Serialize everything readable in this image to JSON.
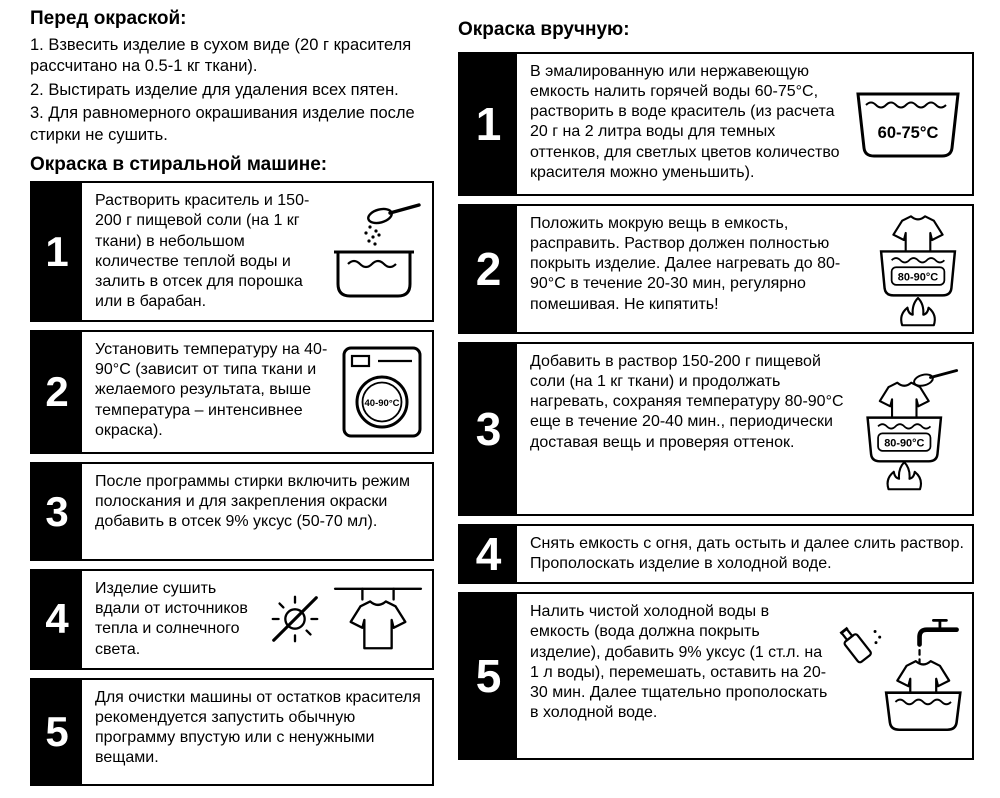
{
  "before": {
    "title": "Перед окраской:",
    "items": [
      "1. Взвесить изделие в сухом виде (20 г красителя рассчитано на 0.5-1 кг ткани).",
      "2. Выстирать изделие для удаления всех пятен.",
      "3. Для равномерного окрашивания изделие после стирки не сушить."
    ]
  },
  "machine": {
    "title": "Окраска в стиральной машине:",
    "steps": [
      {
        "num": "1",
        "text": "Растворить краситель и 150-200 г пищевой соли (на 1 кг ткани) в небольшом количестве теплой воды и залить в отсек для порошка или в барабан."
      },
      {
        "num": "2",
        "text": "Установить температуру на 40-90°C (зависит от типа ткани и желаемого результата, выше температура – интенсивнее окраска).",
        "icon_label": "40-90°C"
      },
      {
        "num": "3",
        "text": "После программы стирки включить режим полоскания и для закрепления окраски добавить в отсек 9% уксус (50-70 мл)."
      },
      {
        "num": "4",
        "text": "Изделие сушить вдали от источников тепла и солнечного света."
      },
      {
        "num": "5",
        "text": "Для очистки машины от остатков красителя рекомендуется запустить обычную программу впустую или с ненужными вещами."
      }
    ]
  },
  "hand": {
    "title": "Окраска вручную:",
    "steps": [
      {
        "num": "1",
        "text": "В эмалированную или нержавеющую емкость налить горячей воды 60-75°C, растворить в воде краситель (из расчета 20 г на 2 литра воды для темных оттенков, для светлых цветов количество красителя можно уменьшить).",
        "icon_label": "60-75°C"
      },
      {
        "num": "2",
        "text": "Положить мокрую вещь в емкость, расправить. Раствор должен полностью покрыть изделие. Далее нагревать до 80-90°C в течение 20-30 мин, регулярно помешивая. Не кипятить!",
        "icon_label": "80-90°C"
      },
      {
        "num": "3",
        "text": "Добавить в раствор 150-200 г пищевой соли (на 1 кг ткани) и продолжать нагревать, сохраняя температуру 80-90°C еще в течение 20-40 мин., периодически доставая вещь и проверяя оттенок.",
        "icon_label": "80-90°C"
      },
      {
        "num": "4",
        "text": "Снять емкость с огня, дать остыть и далее слить раствор. Прополоскать изделие в холодной воде."
      },
      {
        "num": "5",
        "text": "Налить чистой холодной воды в емкость (вода должна покрыть изделие), добавить 9% уксус (1 ст.л. на 1 л воды), перемешать, оставить на 20-30 мин. Далее тщательно прополоскать в холодной воде."
      }
    ]
  },
  "colors": {
    "ink": "#000000",
    "background": "#ffffff"
  }
}
